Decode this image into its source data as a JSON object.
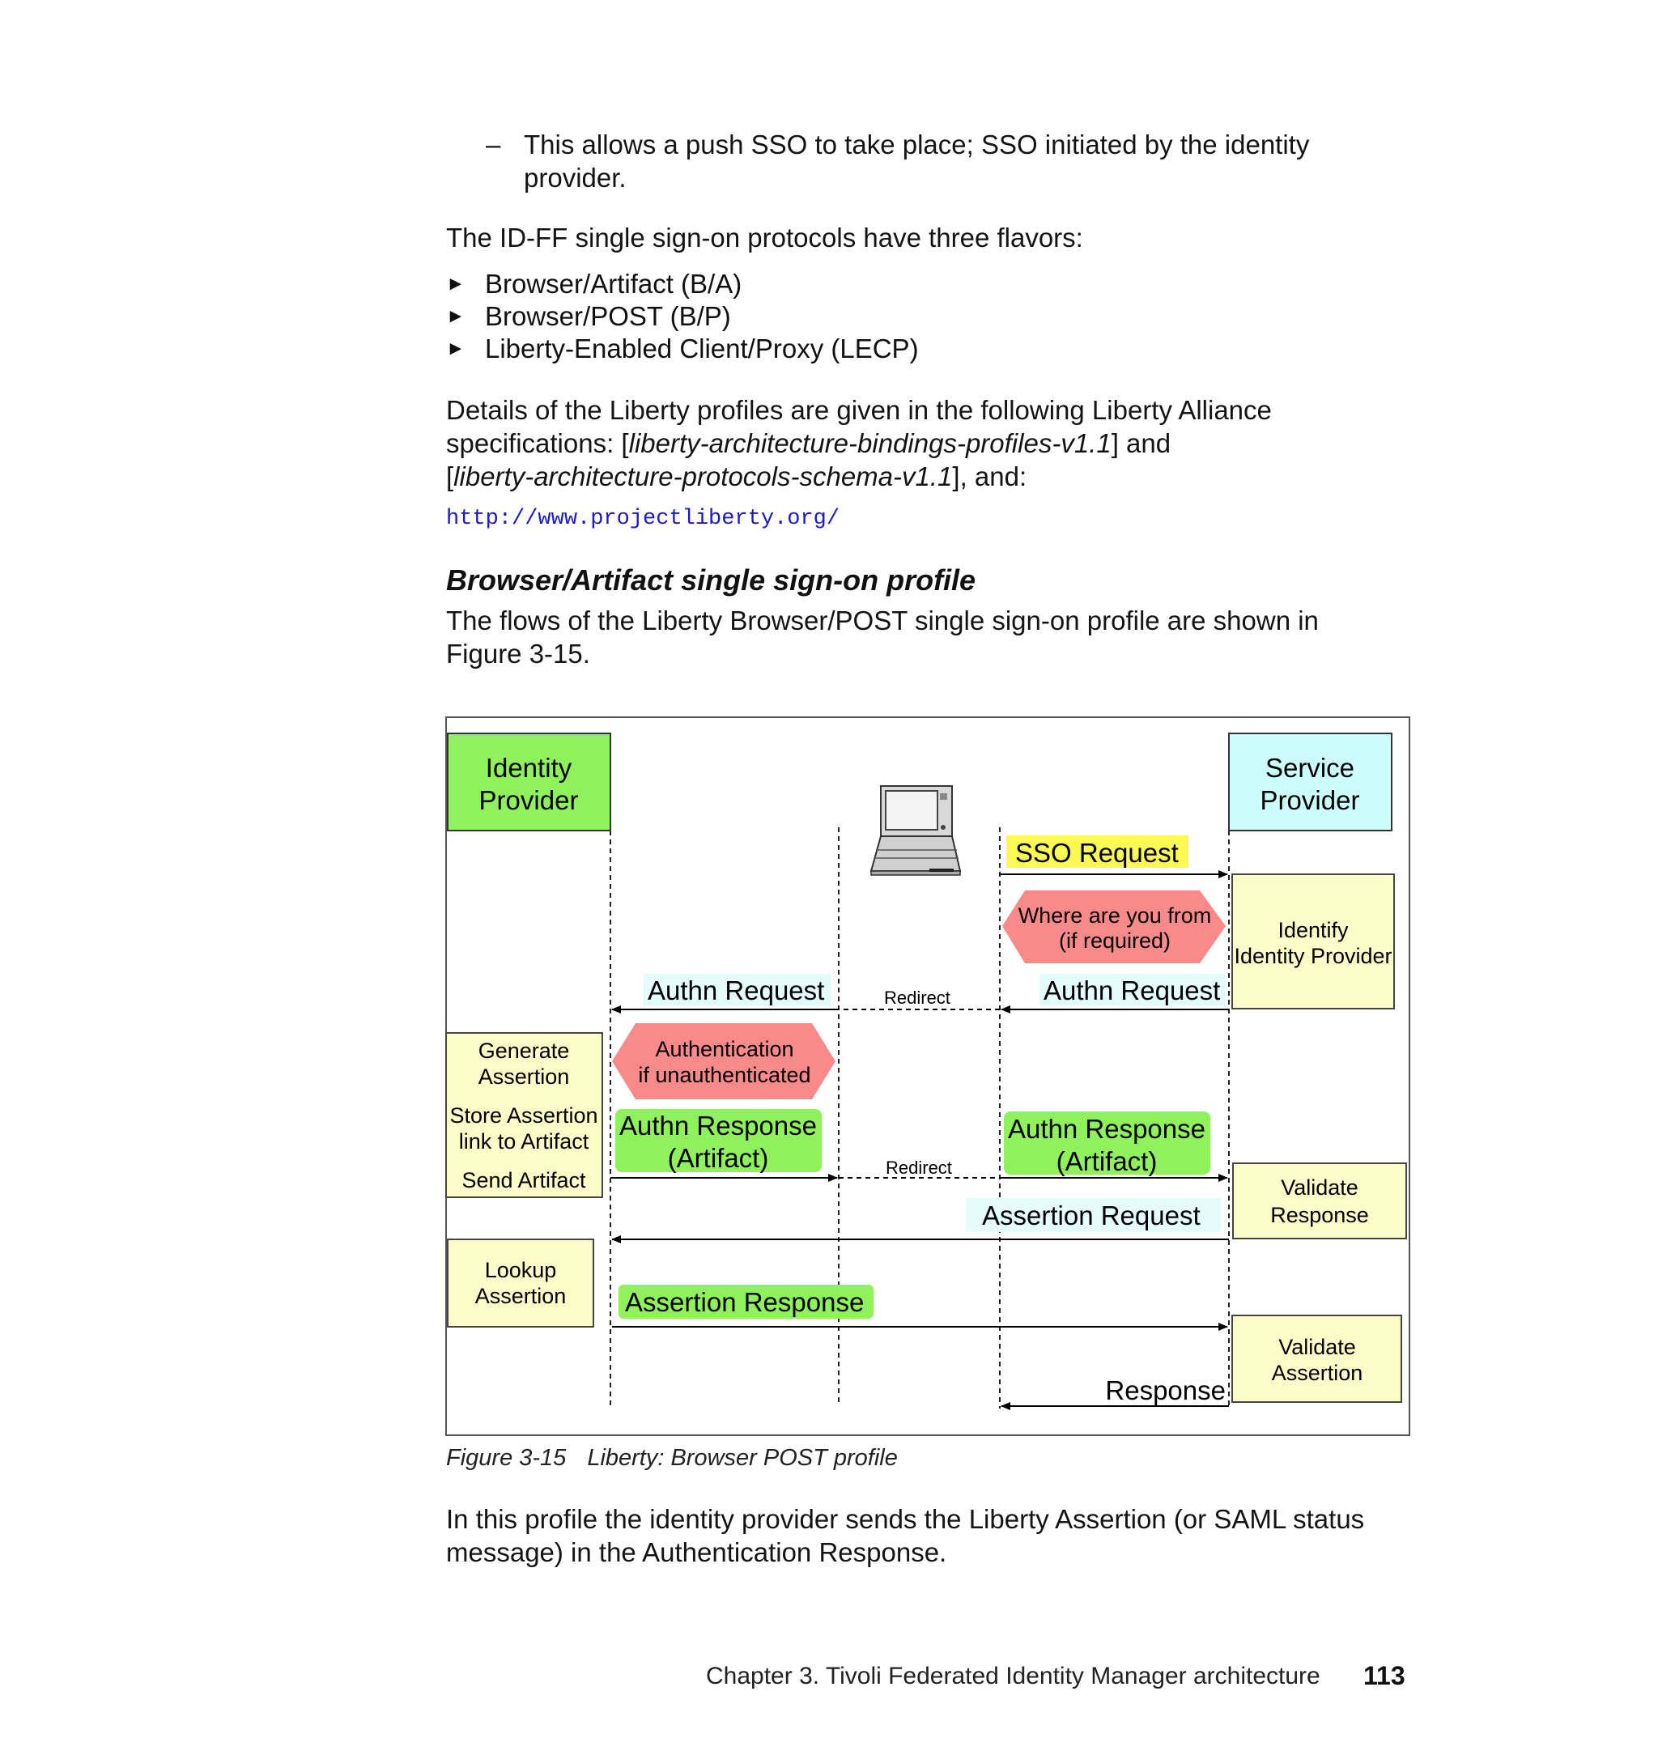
{
  "text": {
    "dash_symbol": "–",
    "dash_item_line1": "This allows a push SSO to take place; SSO initiated by the identity",
    "dash_item_line2": "provider.",
    "intro": "The ID-FF single sign-on protocols have three flavors:",
    "bullet_marker": "►",
    "bullets": [
      "Browser/Artifact (B/A)",
      "Browser/POST (B/P)",
      "Liberty-Enabled Client/Proxy (LECP)"
    ],
    "details": {
      "p1": "Details of the Liberty profiles are given in the following Liberty Alliance",
      "p2": "specifications: [",
      "spec1": "liberty-architecture-bindings-profiles-v1.1",
      "p3": "] and",
      "p4": "[",
      "spec2": "liberty-architecture-protocols-schema-v1.1",
      "p5": "], and:"
    },
    "url": "http://www.projectliberty.org/",
    "section_title": "Browser/Artifact single sign-on profile",
    "flows_line1": "The flows of the Liberty Browser/POST single sign-on profile are shown in",
    "flows_line2": "Figure 3-15.",
    "caption_num": "Figure 3-15",
    "caption_title": "Liberty: Browser POST profile",
    "closing_line1": "In this profile the identity provider sends the Liberty Assertion (or SAML status",
    "closing_line2": "message) in the Authentication Response.",
    "footer_chapter": "Chapter 3. Tivoli Federated Identity Manager architecture",
    "footer_page": "113"
  },
  "diagram": {
    "idp_line1": "Identity",
    "idp_line2": "Provider",
    "sp_line1": "Service",
    "sp_line2": "Provider",
    "sso_request": "SSO Request",
    "where_from_line1": "Where are you from",
    "where_from_line2": "(if required)",
    "identify_line1": "Identify",
    "identify_line2": "Identity Provider",
    "authn_request_left": "Authn Request",
    "authn_request_right": "Authn Request",
    "redirect_1": "Redirect",
    "redirect_2": "Redirect",
    "gen_assertion_line1": "Generate",
    "gen_assertion_line2": "Assertion",
    "store_line1": "Store Assertion",
    "store_line2": "link to Artifact",
    "send_artifact": "Send Artifact",
    "authentication_line1": "Authentication",
    "authentication_line2": "if unauthenticated",
    "authn_response_left_line1": "Authn Response",
    "authn_response_left_line2": "(Artifact)",
    "authn_response_right_line1": "Authn Response",
    "authn_response_right_line2": "(Artifact)",
    "assertion_request": "Assertion Request",
    "validate_response_line1": "Validate",
    "validate_response_line2": "Response",
    "lookup_line1": "Lookup",
    "lookup_line2": "Assertion",
    "assertion_response": "Assertion Response",
    "validate_assertion_line1": "Validate",
    "validate_assertion_line2": "Assertion",
    "response": "Response",
    "colors": {
      "green": "#8ff25c",
      "cyan": "#ccfcfc",
      "light_cyan": "#e4fcfc",
      "yellow": "#fafa52",
      "pale_yellow": "#fcfcc8",
      "pink": "#f88a8a"
    }
  }
}
